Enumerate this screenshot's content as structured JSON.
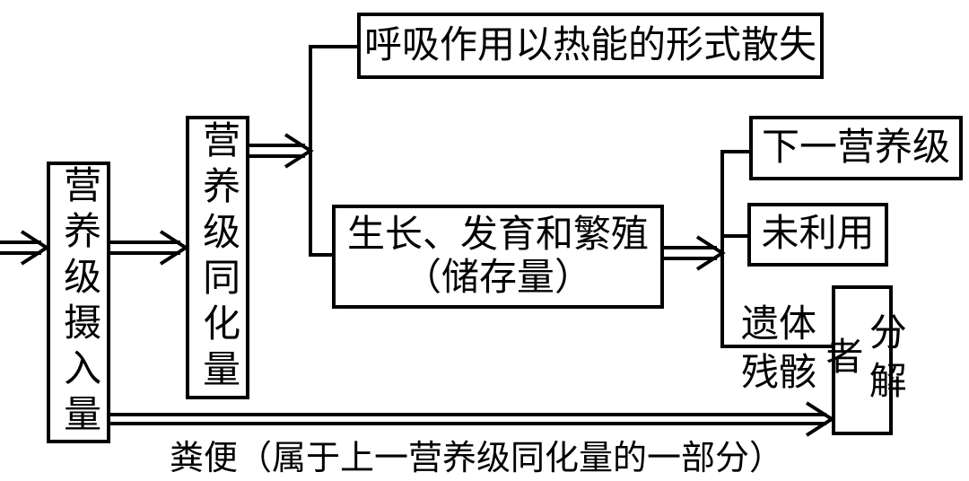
{
  "colors": {
    "ink": "#000000",
    "background": "#ffffff"
  },
  "boxes": {
    "intake": {
      "label": "营养级摄入量"
    },
    "assimilation": {
      "label": "营养级同化量"
    },
    "respiration": {
      "label": "呼吸作用以热能的形式散失"
    },
    "growth": {
      "line1": "生长、发育和繁殖",
      "line2": "（储存量）"
    },
    "next_trophic": {
      "label": "下一营养级"
    },
    "unused": {
      "label": "未利用"
    },
    "decomposer": {
      "label": "分解者"
    }
  },
  "labels": {
    "remains_line1": "遗体",
    "remains_line2": "残骸",
    "feces_caption": "粪便（属于上一营养级同化量的一部分）"
  }
}
